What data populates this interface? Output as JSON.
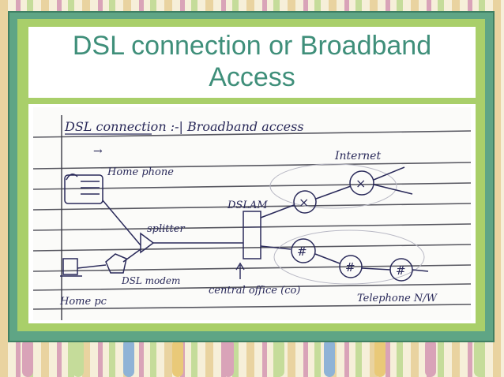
{
  "slide": {
    "title": "DSL connection or Broadband Access"
  },
  "note": {
    "heading": "DSL connection :-| Broadband access",
    "labels": {
      "home_phone": "Home phone",
      "splitter": "splitter",
      "dsl_modem": "DSL modem",
      "home_pc": "Home pc",
      "dslam": "DSLAM",
      "central_office": "central office (co)",
      "internet": "Internet",
      "telephone_nw": "Telephone N/W"
    }
  },
  "colors": {
    "title": "#3f8f7a",
    "frame_teal": "#5fa585",
    "frame_green": "#a9cf6a",
    "ink": "#2a2a5a"
  }
}
